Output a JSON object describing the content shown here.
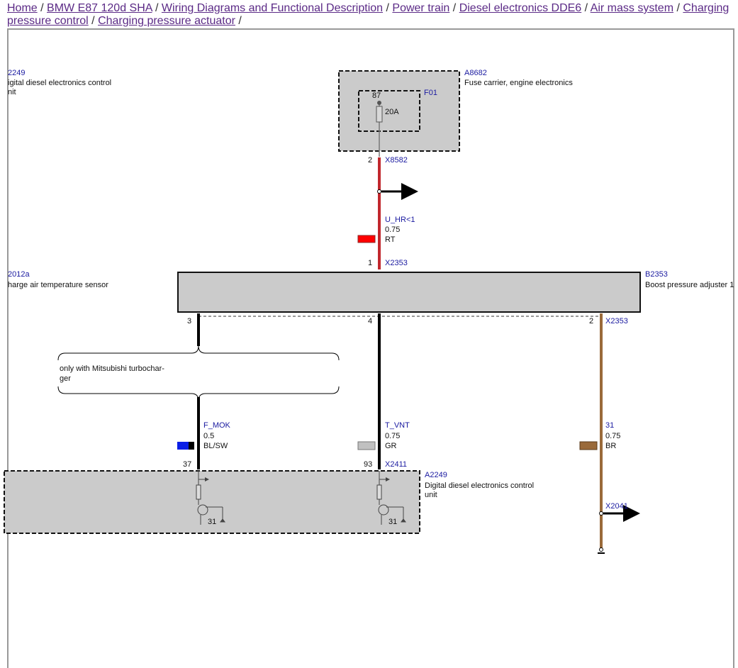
{
  "breadcrumb": [
    {
      "label": "Home"
    },
    {
      "label": "BMW E87 120d SHA"
    },
    {
      "label": "Wiring Diagrams and Functional Description"
    },
    {
      "label": "Power train"
    },
    {
      "label": "Diesel electronics DDE6"
    },
    {
      "label": "Air mass system"
    },
    {
      "label": "Charging pressure control"
    },
    {
      "label": "Charging pressure actuator"
    }
  ],
  "separator": "/",
  "diagram": {
    "left_ref_top": {
      "id": "2249",
      "line1": "igital diesel electronics control",
      "line2": "nit"
    },
    "fuse_carrier": {
      "id": "A8682",
      "desc": "Fuse carrier, engine electronics",
      "fuse_id": "F01",
      "pin": "87",
      "rating": "20A"
    },
    "conn_x8582": {
      "pin": "2",
      "id": "X8582"
    },
    "wire_red": {
      "signal": "U_HR<1",
      "size": "0.75",
      "color_code": "RT",
      "color": "#c1272d"
    },
    "conn_x2353_top": {
      "pin": "1",
      "id": "X2353"
    },
    "left_ref_mid": {
      "id": "2012a",
      "desc": "harge air temperature sensor"
    },
    "actuator": {
      "id": "B2353",
      "desc": "Boost pressure adjuster 1"
    },
    "pins_bottom": {
      "p3": "3",
      "p4": "4",
      "p2": "2",
      "conn": "X2353"
    },
    "note": {
      "line1": "only with Mitsubishi turbochar-",
      "line2": "ger"
    },
    "wire_fmok": {
      "signal": "F_MOK",
      "size": "0.5",
      "color_code": "BL/SW",
      "color": "#0a1ee6"
    },
    "wire_tvnt": {
      "signal": "T_VNT",
      "size": "0.75",
      "color_code": "GR",
      "color": "#c0c0c0"
    },
    "wire_br": {
      "signal": "31",
      "size": "0.75",
      "color_code": "BR",
      "color": "#9a6a3a"
    },
    "conn_x2411": {
      "pin_a": "37",
      "pin_b": "93",
      "id": "X2411"
    },
    "dde": {
      "id": "A2249",
      "line1": "Digital diesel electronics control",
      "line2": "unit",
      "ground_a": "31",
      "ground_b": "31"
    },
    "conn_x2041": {
      "id": "X2041"
    }
  }
}
